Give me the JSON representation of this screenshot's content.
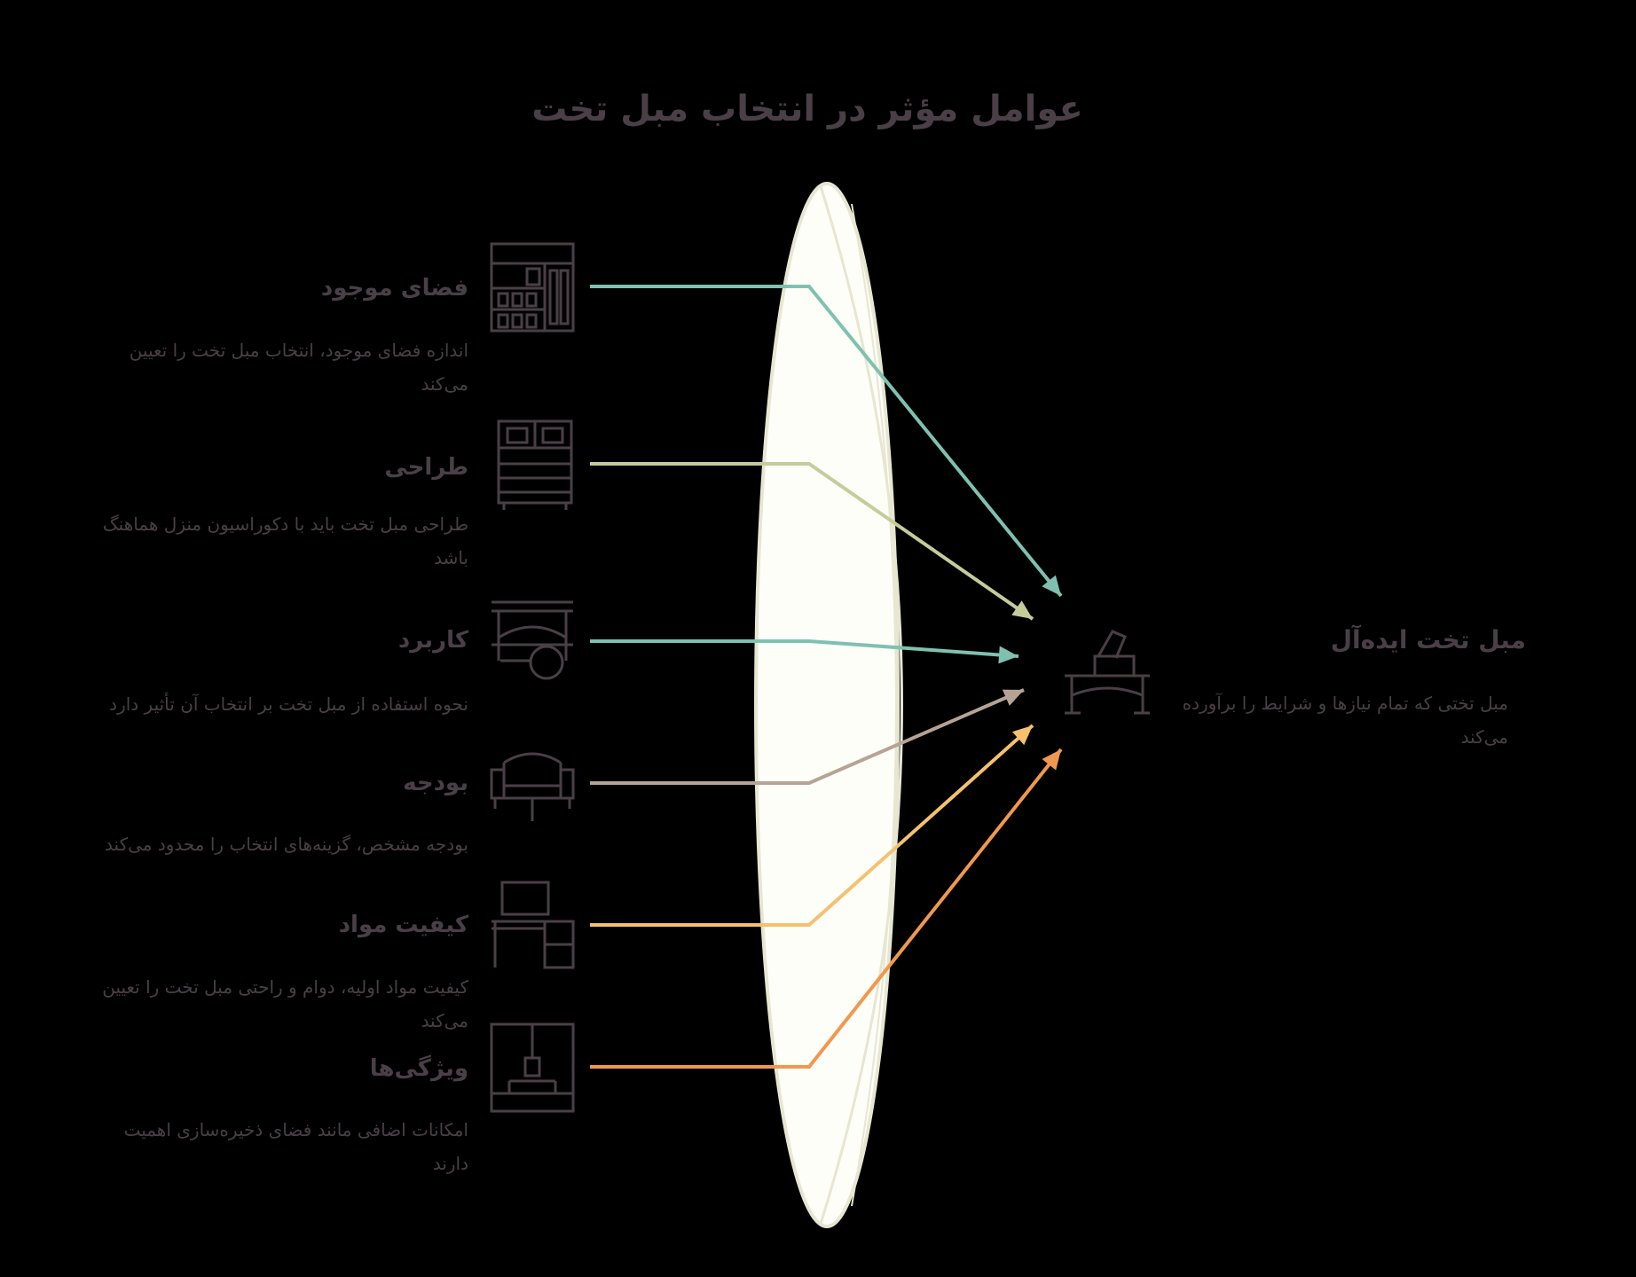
{
  "title": "عوامل مؤثر در انتخاب مبل تخت",
  "colors": {
    "background": "#000000",
    "text": "#4a3f46",
    "lens_fill": "#fefef8",
    "lens_stroke": "#e6e6d2",
    "icon_stroke": "#4a3f46"
  },
  "factors": [
    {
      "icon": "bookshelf-icon",
      "title": "فضای موجود",
      "desc": "اندازه فضای موجود، انتخاب مبل تخت را تعیین می‌کند",
      "color": "#7fc1b1"
    },
    {
      "icon": "cabinet-icon",
      "title": "طراحی",
      "desc": "طراحی مبل تخت باید با دکوراسیون منزل هماهنگ باشد",
      "color": "#c5cc9b"
    },
    {
      "icon": "sofa-bed-icon",
      "title": "کاربرد",
      "desc": "نحوه استفاده از مبل تخت بر انتخاب آن تأثیر دارد",
      "color": "#7fc1b1"
    },
    {
      "icon": "armchair-icon",
      "title": "بودجه",
      "desc": "بودجه مشخص، گزینه‌های انتخاب را محدود می‌کند",
      "color": "#b7a395"
    },
    {
      "icon": "desk-icon",
      "title": "کیفیت مواد",
      "desc": "کیفیت مواد اولیه، دوام و راحتی مبل تخت را تعیین می‌کند",
      "color": "#f5c06f"
    },
    {
      "icon": "frame-icon",
      "title": "ویژگی‌ها",
      "desc": "امکانات اضافی مانند فضای ذخیره‌سازی اهمیت دارند",
      "color": "#f0984f"
    }
  ],
  "target": {
    "icon": "sofa-bed-target-icon",
    "title": "مبل تخت ایده‌آل",
    "desc": "مبل تختی که تمام نیازها و شرایط را برآورده می‌کند"
  }
}
